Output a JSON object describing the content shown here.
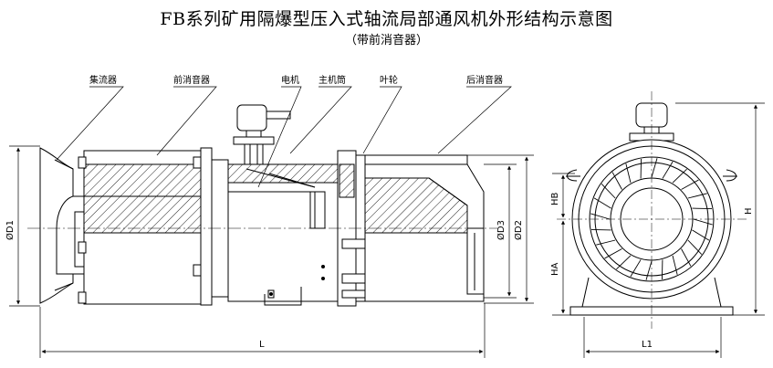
{
  "title": "FB系列矿用隔爆型压入式轴流局部通风机外形结构示意图",
  "subtitle": "（带前消音器）",
  "callouts": {
    "collector": "集流器",
    "front_silencer": "前消音器",
    "motor": "电机",
    "main_casing": "主机筒",
    "impeller": "叶轮",
    "rear_silencer": "后消音器"
  },
  "dimensions": {
    "d1": "ØD1",
    "d2": "ØD2",
    "d3": "ØD3",
    "length": "L",
    "length1": "L1",
    "ha": "HA",
    "hb": "HB",
    "height": "H"
  }
}
